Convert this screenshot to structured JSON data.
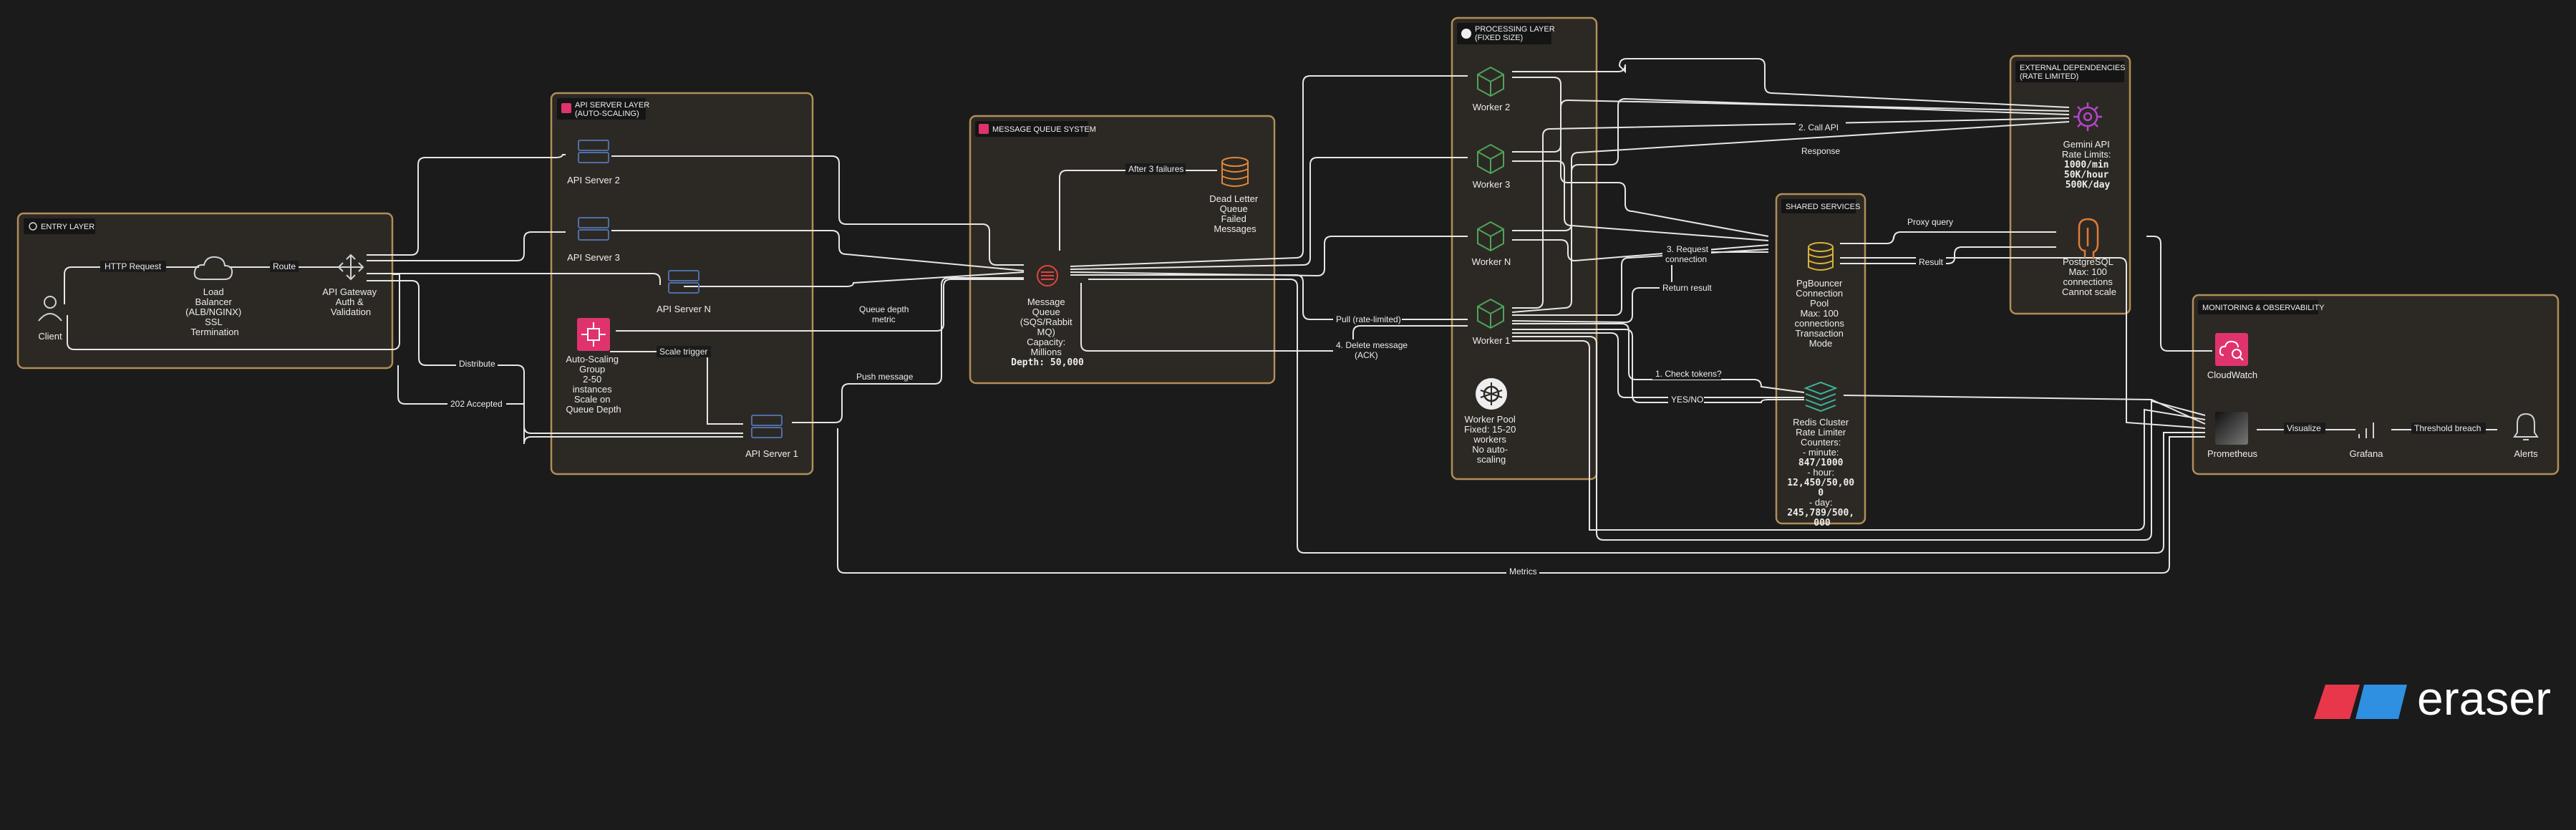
{
  "groups": {
    "entry": "ENTRY LAYER",
    "api": [
      "API SERVER LAYER",
      "(AUTO-SCALING)"
    ],
    "queue": "MESSAGE QUEUE SYSTEM",
    "processing": [
      "PROCESSING LAYER",
      "(FIXED SIZE)"
    ],
    "shared": "SHARED SERVICES",
    "external": [
      "EXTERNAL DEPENDENCIES",
      "(RATE LIMITED)"
    ],
    "monitoring": "MONITORING & OBSERVABILITY"
  },
  "nodes": {
    "client": [
      "Client"
    ],
    "lb": [
      "Load",
      "Balancer",
      "(ALB/NGINX)",
      "SSL",
      "Termination"
    ],
    "gateway": [
      "API Gateway",
      "Auth &",
      "Validation"
    ],
    "api2": [
      "API Server 2"
    ],
    "api3": [
      "API Server 3"
    ],
    "apin": [
      "API Server N"
    ],
    "api1": [
      "API Server 1"
    ],
    "asg": [
      "Auto-Scaling",
      "Group",
      "2-50",
      "instances",
      "Scale on",
      "Queue Depth"
    ],
    "mq": [
      "Message",
      "Queue",
      "(SQS/Rabbit",
      "MQ)",
      "Capacity:",
      "Millions",
      "Depth: 50,000"
    ],
    "dlq": [
      "Dead Letter",
      "Queue",
      "Failed",
      "Messages"
    ],
    "w2": [
      "Worker 2"
    ],
    "w3": [
      "Worker 3"
    ],
    "wn": [
      "Worker N"
    ],
    "w1": [
      "Worker 1"
    ],
    "pool": [
      "Worker Pool",
      "Fixed: 15-20",
      "workers",
      "No auto-",
      "scaling"
    ],
    "pgb": [
      "PgBouncer",
      "Connection",
      "Pool",
      "Max: 100",
      "connections",
      "Transaction",
      "Mode"
    ],
    "redis": [
      "Redis Cluster",
      "Rate Limiter",
      "Counters:",
      "- minute:",
      "847/1000",
      "- hour:",
      "12,450/50,00",
      "0",
      "- day:",
      "245,789/500,",
      "000"
    ],
    "gemini": [
      "Gemini API",
      "Rate Limits:",
      "1000/min",
      "50K/hour",
      "500K/day"
    ],
    "pg": [
      "PostgreSQL",
      "Max: 100",
      "connections",
      "Cannot scale"
    ],
    "cloudwatch": [
      "CloudWatch"
    ],
    "prometheus": [
      "Prometheus"
    ],
    "grafana": [
      "Grafana"
    ],
    "alerts": [
      "Alerts"
    ]
  },
  "edge_labels": {
    "http": "HTTP Request",
    "route": "Route",
    "distribute": "Distribute",
    "accepted": "202 Accepted",
    "scale_trigger": "Scale trigger",
    "depth": [
      "Queue depth",
      "metric"
    ],
    "push": "Push message",
    "after3": "After 3 failures",
    "pull": "Pull (rate-limited)",
    "delete": [
      "4. Delete message",
      "(ACK)"
    ],
    "call_api": "2. Call API",
    "response": "Response",
    "req_conn": [
      "3. Request",
      "connection"
    ],
    "return_result": "Return result",
    "check_tokens": "1. Check tokens?",
    "yes_no": "YES/NO",
    "proxy": "Proxy query",
    "result": "Result",
    "visualize": "Visualize",
    "threshold": "Threshold breach",
    "metrics": "Metrics"
  },
  "brand": "eraser",
  "colors": {
    "background": "#1b1b1b",
    "group_fill": "#2c2924",
    "group_border": "#b18e58",
    "edge": "#e6e6e6",
    "server_blue": "#4f6fa8",
    "worker_green": "#4fa35a",
    "mq_red": "#e0433f",
    "dlq_orange": "#e0883a",
    "pgbouncer_yellow": "#d9b23a",
    "redis_teal": "#3fb39b",
    "gemini_purple": "#b247c9",
    "postgres_orange": "#e07a3a",
    "aws_pink": "#e0336e",
    "logo_red": "#e8374a",
    "logo_blue": "#2f8fe0"
  },
  "icons": {
    "client": "user-icon",
    "lb": "cloud-icon",
    "gateway": "network-arrows-icon",
    "api_servers": "server-stack-icon",
    "asg": "auto-scaling-icon",
    "mq": "queue-icon",
    "dlq": "database-icon",
    "workers": "cube-icon",
    "pool": "kubernetes-icon",
    "pgbouncer": "database-icon",
    "redis": "redis-layers-icon",
    "gemini": "gear-icon",
    "postgres": "elephant-icon",
    "cloudwatch": "cloudwatch-icon",
    "prometheus": "prometheus-icon",
    "grafana": "bar-chart-icon",
    "alerts": "bell-icon"
  }
}
